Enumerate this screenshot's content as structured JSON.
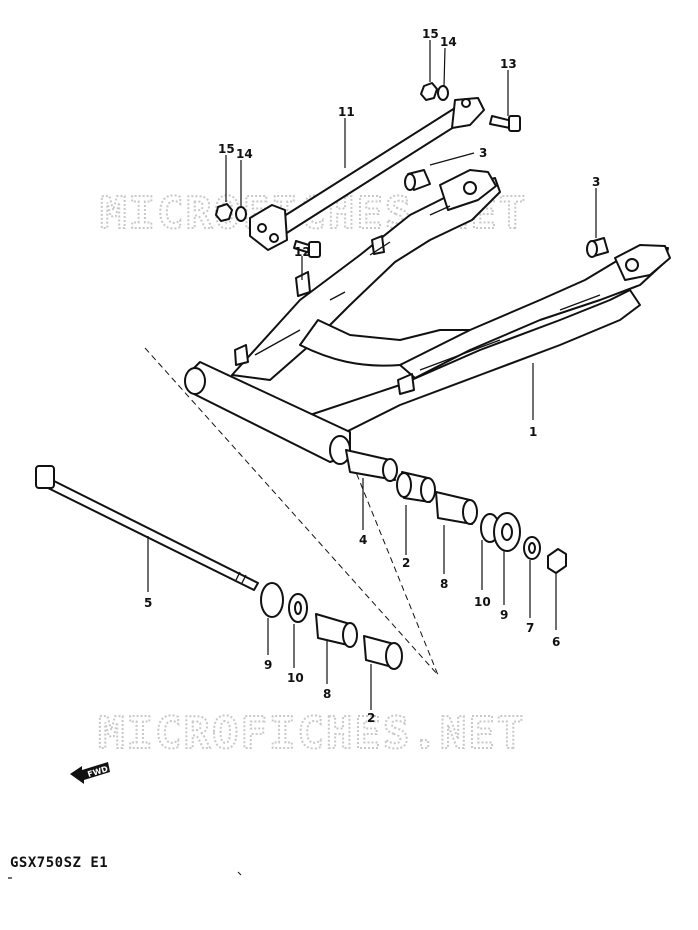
{
  "watermark": "MICROFICHES.NET",
  "model_code": "GSX750SZ E1",
  "fwd_label": "FWD",
  "callouts": [
    {
      "id": "c15a",
      "text": "15"
    },
    {
      "id": "c14a",
      "text": "14"
    },
    {
      "id": "c13",
      "text": "13"
    },
    {
      "id": "c11",
      "text": "11"
    },
    {
      "id": "c3a",
      "text": "3"
    },
    {
      "id": "c15b",
      "text": "15"
    },
    {
      "id": "c14b",
      "text": "14"
    },
    {
      "id": "c3b",
      "text": "3"
    },
    {
      "id": "c12",
      "text": "12"
    },
    {
      "id": "c1",
      "text": "1"
    },
    {
      "id": "c4",
      "text": "4"
    },
    {
      "id": "c2a",
      "text": "2"
    },
    {
      "id": "c8a",
      "text": "8"
    },
    {
      "id": "c10a",
      "text": "10"
    },
    {
      "id": "c9a",
      "text": "9"
    },
    {
      "id": "c7",
      "text": "7"
    },
    {
      "id": "c6",
      "text": "6"
    },
    {
      "id": "c5",
      "text": "5"
    },
    {
      "id": "c9b",
      "text": "9"
    },
    {
      "id": "c10b",
      "text": "10"
    },
    {
      "id": "c8b",
      "text": "8"
    },
    {
      "id": "c2b",
      "text": "2"
    }
  ]
}
